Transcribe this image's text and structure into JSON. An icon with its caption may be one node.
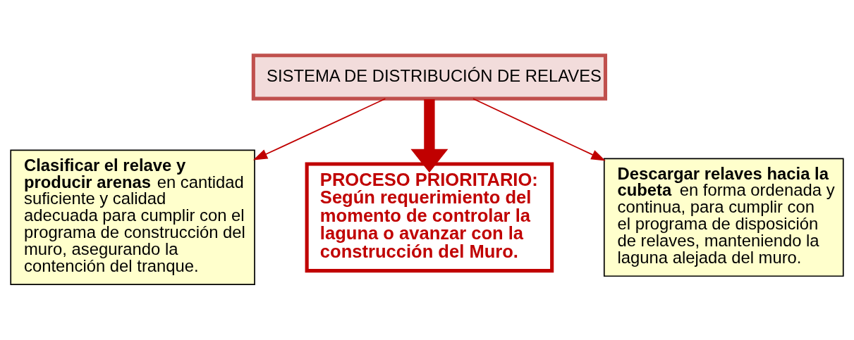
{
  "diagram": {
    "nodes": [
      {
        "text": [
          "SISTEMA DE DISTRIBUCIÓN DE RELAVES"
        ]
      },
      {
        "text": [
          "**Clasificar el relave y producir arenas** en cantidad suficiente y calidad adecuada para cumplir con el programa de construcción del muro, asegurando la contención del tranque."
        ]
      },
      {
        "text": [
          "PROCESO PRIORITARIO: Según requerimiento del momento de controlar la laguna o avanzar con la construcción del Muro."
        ]
      },
      {
        "text": [
          "**Descargar relaves hacia la cubeta** en forma ordenada y continua, para cumplir con el programa de disposición de relaves, manteniendo la laguna alejada del muro."
        ]
      }
    ],
    "edges": [
      {
        "from": 0,
        "to": 1,
        "arrow": "to"
      },
      {
        "from": 0,
        "to": 2,
        "arrow": "to",
        "style": "thick"
      },
      {
        "from": 0,
        "to": 3,
        "arrow": "to"
      }
    ]
  }
}
